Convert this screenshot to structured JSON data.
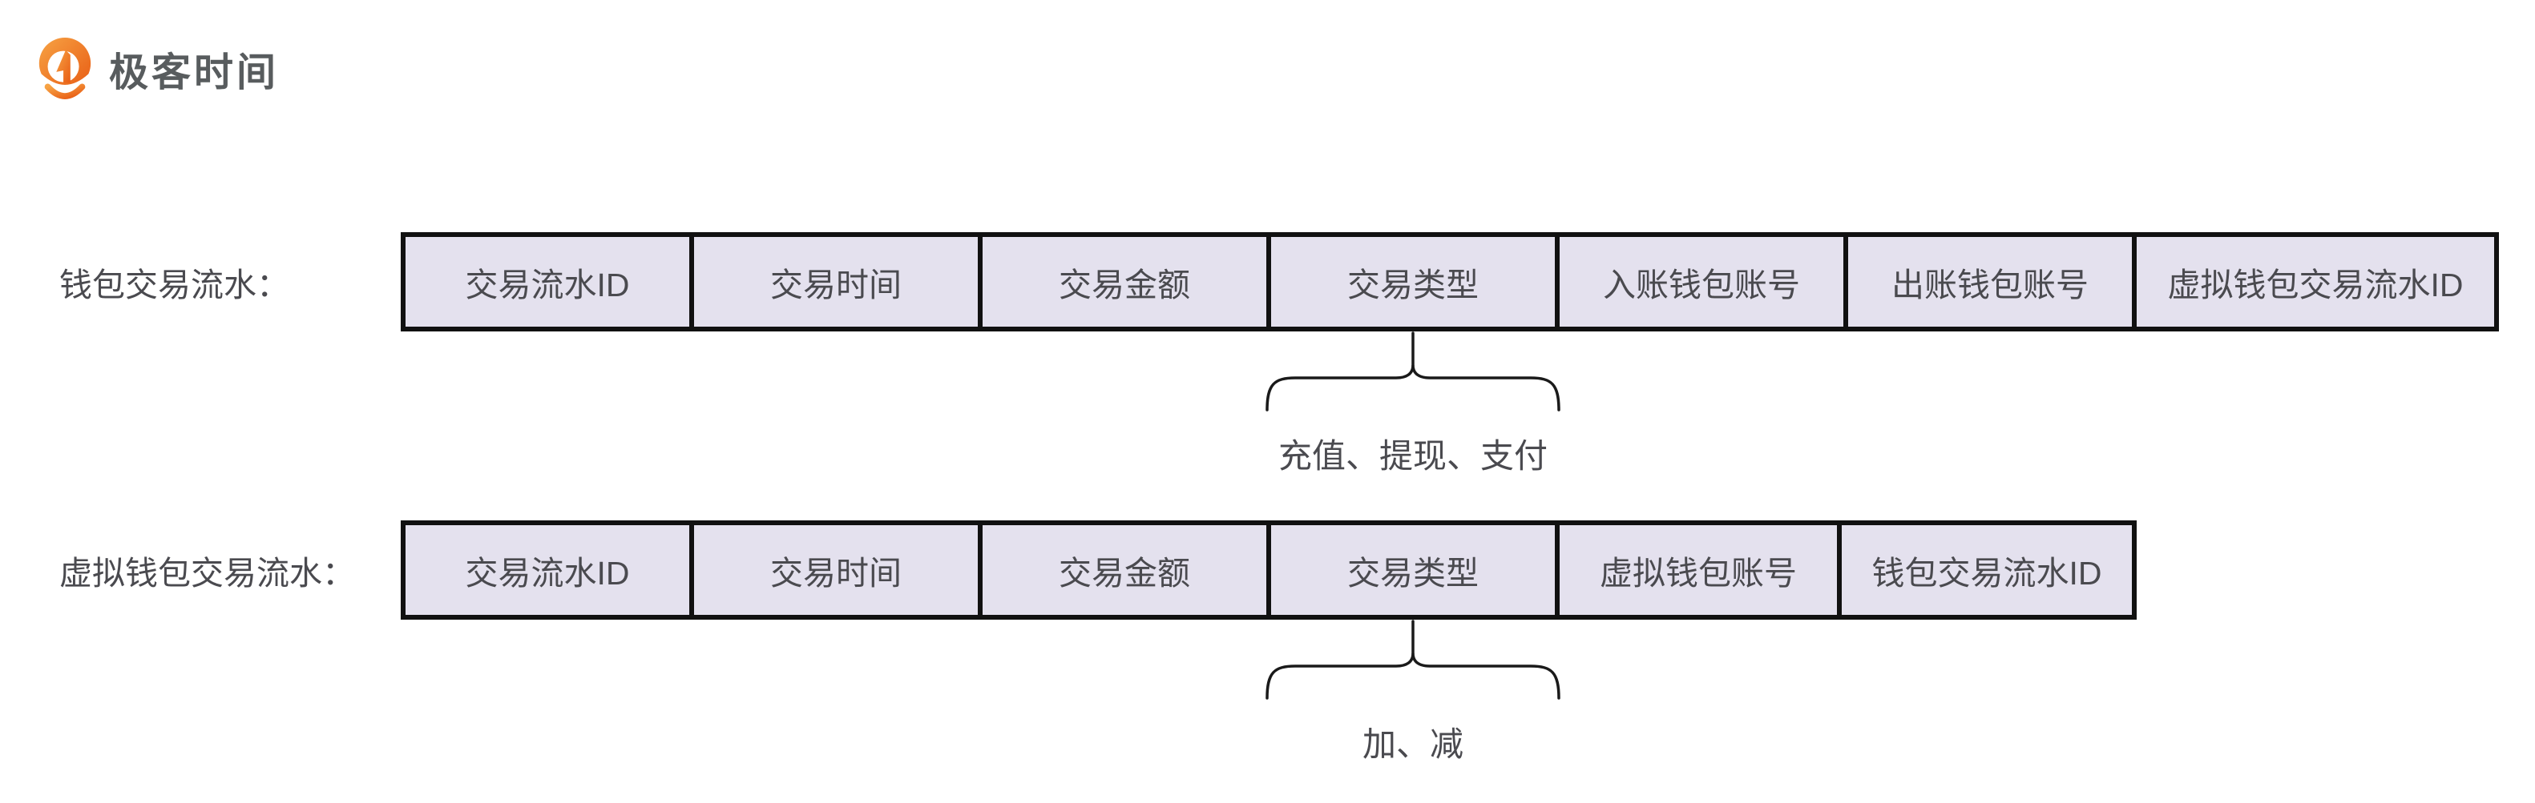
{
  "brand": {
    "name": "极客时间"
  },
  "palette": {
    "logo_orange_light": "#f7a344",
    "logo_orange_dark": "#e85c14",
    "cell_fill": "#e4e1ee",
    "cell_border": "#111111",
    "text_dark": "#4a4a4f",
    "brace_stroke": "#1a1a1a",
    "background": "#ffffff"
  },
  "rows": [
    {
      "label": "钱包交易流水：",
      "cells": [
        "交易流水ID",
        "交易时间",
        "交易金额",
        "交易类型",
        "入账钱包账号",
        "出账钱包账号",
        "虚拟钱包交易流水ID"
      ],
      "annotation": {
        "under": "交易类型",
        "text": "充值、提现、支付"
      }
    },
    {
      "label": "虚拟钱包交易流水：",
      "cells": [
        "交易流水ID",
        "交易时间",
        "交易金额",
        "交易类型",
        "虚拟钱包账号",
        "钱包交易流水ID"
      ],
      "annotation": {
        "under": "交易类型",
        "text": "加、减"
      }
    }
  ]
}
